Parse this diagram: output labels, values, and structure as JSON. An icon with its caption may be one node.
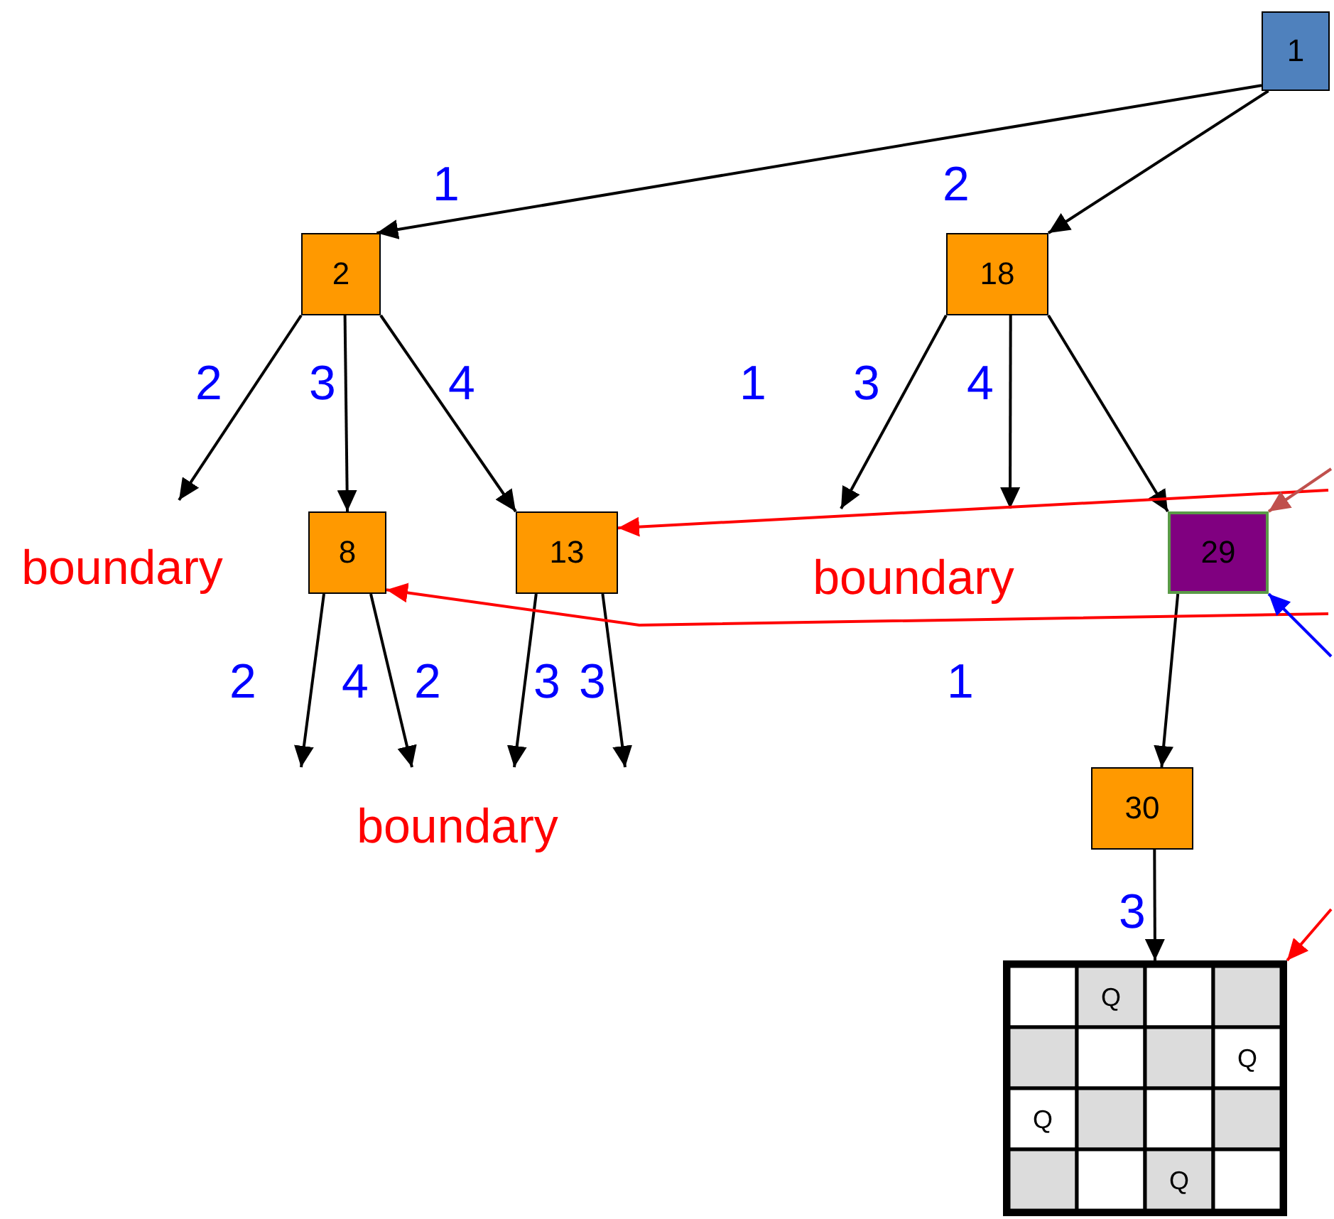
{
  "diagram": {
    "nodes": [
      {
        "text": [
          "1"
        ]
      },
      {
        "text": [
          "2"
        ]
      },
      {
        "text": [
          "18"
        ]
      },
      {
        "text": [
          "8"
        ]
      },
      {
        "text": [
          "13"
        ]
      },
      {
        "text": [
          "29"
        ]
      },
      {
        "text": [
          "30"
        ]
      },
      {
        "text": [
          "Q",
          "Q",
          "Q",
          "Q"
        ]
      }
    ],
    "edges": [
      {
        "from": 0,
        "to": 1,
        "arrow": "to"
      },
      {
        "from": 0,
        "to": 2,
        "arrow": "to"
      },
      {
        "from": 1,
        "to": null,
        "arrow": "to"
      },
      {
        "from": 1,
        "to": 3,
        "arrow": "to"
      },
      {
        "from": 1,
        "to": 4,
        "arrow": "to"
      },
      {
        "from": 2,
        "to": null,
        "arrow": "to"
      },
      {
        "from": 2,
        "to": null,
        "arrow": "to"
      },
      {
        "from": 2,
        "to": 5,
        "arrow": "to"
      },
      {
        "from": 3,
        "to": null,
        "arrow": "to"
      },
      {
        "from": 3,
        "to": null,
        "arrow": "to"
      },
      {
        "from": 4,
        "to": null,
        "arrow": "to"
      },
      {
        "from": 4,
        "to": null,
        "arrow": "to"
      },
      {
        "from": 5,
        "to": 6,
        "arrow": "to"
      },
      {
        "from": 6,
        "to": 7,
        "arrow": "to"
      },
      {
        "from": null,
        "to": 4,
        "arrow": "to",
        "color": "#ff0000"
      },
      {
        "from": null,
        "to": 3,
        "arrow": "to",
        "color": "#ff0000"
      },
      {
        "from": null,
        "to": 5,
        "arrow": "to",
        "color": "#c0504d"
      },
      {
        "from": null,
        "to": 5,
        "arrow": "to",
        "color": "#0000ff"
      },
      {
        "from": null,
        "to": 7,
        "arrow": "to",
        "color": "#ff0000"
      }
    ],
    "labels": [
      "1",
      "2",
      "2",
      "3",
      "4",
      "1",
      "3",
      "4",
      "boundary",
      "boundary",
      "2",
      "4",
      "2",
      "3",
      "3",
      "1",
      "boundary",
      "3"
    ]
  }
}
